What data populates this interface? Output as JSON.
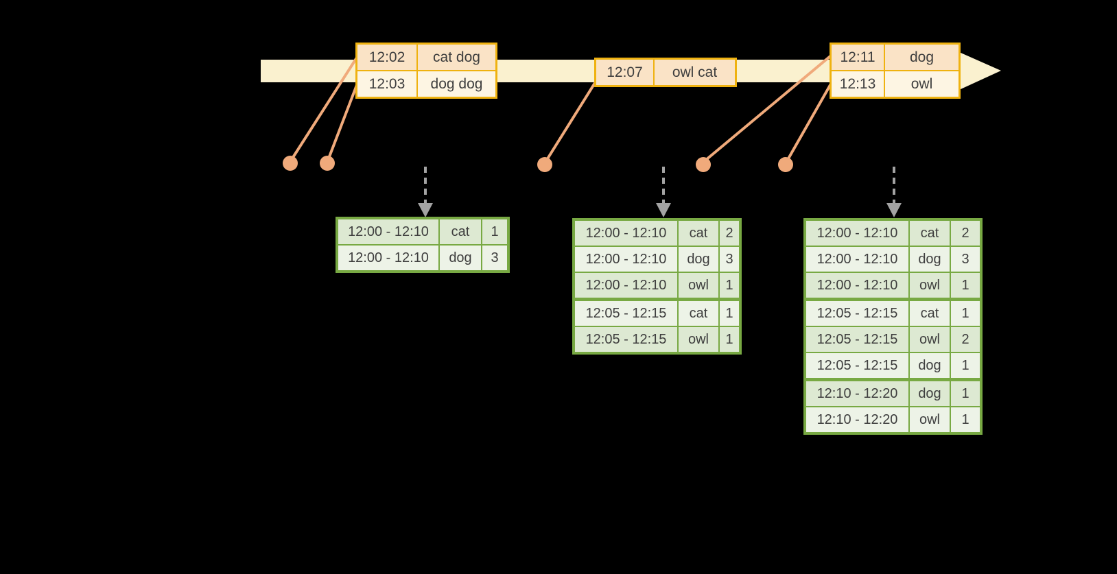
{
  "colors": {
    "background": "#000000",
    "timeline_fill": "#FAF1CF",
    "event_border": "#EFB210",
    "event_row_odd": "#FAE3C6",
    "event_row_even": "#FDF5E3",
    "result_border": "#78A943",
    "result_row_odd": "#DDE9D2",
    "result_row_even": "#EDF3E7",
    "connector": "#F0AA7B",
    "dashed_arrow": "#A3A3A3",
    "text": "#3E3E3E"
  },
  "event_tables": [
    {
      "rows": [
        {
          "time": "12:02",
          "words": "cat dog"
        },
        {
          "time": "12:03",
          "words": "dog dog"
        }
      ]
    },
    {
      "rows": [
        {
          "time": "12:07",
          "words": "owl cat"
        }
      ]
    },
    {
      "rows": [
        {
          "time": "12:11",
          "words": "dog"
        },
        {
          "time": "12:13",
          "words": "owl"
        }
      ]
    }
  ],
  "result_tables": [
    {
      "rows": [
        [
          "12:00 - 12:10",
          "cat",
          "1"
        ],
        [
          "12:00 - 12:10",
          "dog",
          "3"
        ]
      ],
      "group_breaks": []
    },
    {
      "rows": [
        [
          "12:00 - 12:10",
          "cat",
          "2"
        ],
        [
          "12:00 - 12:10",
          "dog",
          "3"
        ],
        [
          "12:00 - 12:10",
          "owl",
          "1"
        ],
        [
          "12:05 - 12:15",
          "cat",
          "1"
        ],
        [
          "12:05 - 12:15",
          "owl",
          "1"
        ]
      ],
      "group_breaks": [
        3
      ]
    },
    {
      "rows": [
        [
          "12:00 - 12:10",
          "cat",
          "2"
        ],
        [
          "12:00 - 12:10",
          "dog",
          "3"
        ],
        [
          "12:00 - 12:10",
          "owl",
          "1"
        ],
        [
          "12:05 - 12:15",
          "cat",
          "1"
        ],
        [
          "12:05 - 12:15",
          "owl",
          "2"
        ],
        [
          "12:05 - 12:15",
          "dog",
          "1"
        ],
        [
          "12:10 - 12:20",
          "dog",
          "1"
        ],
        [
          "12:10 - 12:20",
          "owl",
          "1"
        ]
      ],
      "group_breaks": [
        3,
        6
      ]
    }
  ]
}
